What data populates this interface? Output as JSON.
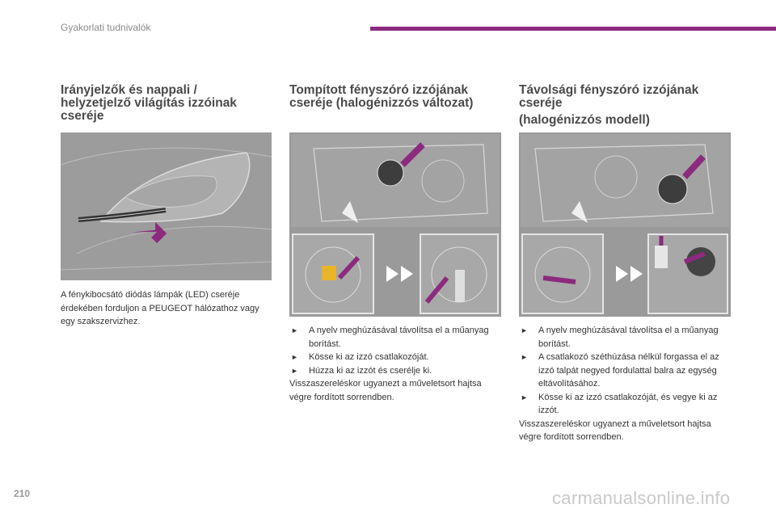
{
  "header": {
    "title": "Gyakorlati tudnivalók"
  },
  "col1": {
    "heading": "Irányjelzők és nappali / helyzetjelző világítás izzóinak cseréje",
    "text": "A fénykibocsátó diódás lámpák (LED) cseréje érdekében forduljon a PEUGEOT hálózathoz vagy egy szakszervizhez."
  },
  "col2": {
    "heading": "Tompított fényszóró izzójának cseréje (halogénizzós változat)",
    "steps": [
      "A nyelv meghúzásával távolítsa el a műanyag borítást.",
      "Kösse ki az izzó csatlakozóját.",
      "Húzza ki az izzót és cserélje ki."
    ],
    "note": "Visszaszereléskor ugyanezt a műveletsort hajtsa végre fordított sorrendben."
  },
  "col3": {
    "heading": "Távolsági fényszóró izzójának cseréje",
    "subheading": "(halogénizzós modell)",
    "steps": [
      "A nyelv meghúzásával távolítsa el a műanyag borítást.",
      "A csatlakozó széthúzása nélkül forgassa el az izzó talpát negyed fordulattal balra az egység eltávolításához.",
      "Kösse ki az izzó csatlakozóját, és vegye ki az izzót."
    ],
    "note": "Visszaszereléskor ugyanezt a műveletsort hajtsa végre fordított sorrendben."
  },
  "footer": {
    "page_number": "210",
    "watermark": "carmanualsonline.info"
  },
  "colors": {
    "accent": "#8c2a7e",
    "figure_bg": "#9a9a9a"
  }
}
